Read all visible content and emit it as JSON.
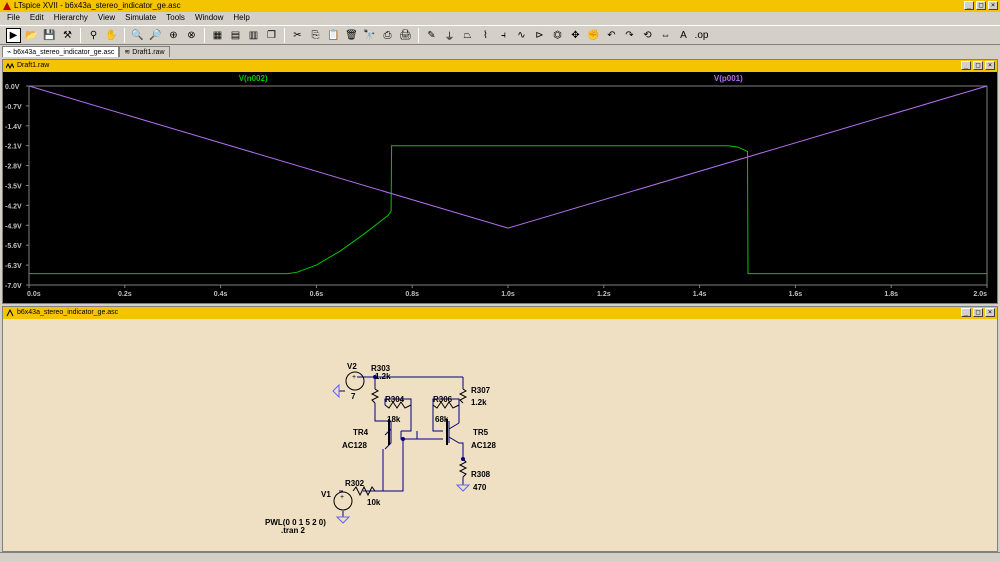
{
  "app": {
    "title": "LTspice XVII - b6x43a_stereo_indicator_ge.asc",
    "window_buttons": [
      "_",
      "□",
      "×"
    ]
  },
  "menu": [
    "File",
    "Edit",
    "Hierarchy",
    "View",
    "Simulate",
    "Tools",
    "Window",
    "Help"
  ],
  "toolbar_icons": [
    "run-icon",
    "open-icon",
    "save-icon",
    "control-panel-icon",
    "probe-icon",
    "hand-icon",
    "zoom-in-icon",
    "zoom-out-icon",
    "zoom-fit-icon",
    "zoom-cancel-icon",
    "tile-icon",
    "cascade-icon",
    "cut-icon",
    "copy-icon",
    "paste-icon",
    "find-icon",
    "print-icon",
    "print-setup-icon",
    "pencil-icon",
    "ground-icon",
    "label-icon",
    "resistor-icon",
    "capacitor-icon",
    "inductor-icon",
    "diode-icon",
    "component-icon",
    "move-icon",
    "drag-icon",
    "undo-icon",
    "redo-icon",
    "rotate-icon",
    "mirror-icon",
    "text-icon",
    "spice-directive-icon"
  ],
  "tabs": [
    {
      "label": "b6x43a_stereo_indicator_ge.asc",
      "active": true
    },
    {
      "label": "Draft1.raw",
      "active": false
    }
  ],
  "plot_window": {
    "title": "Draft1.raw"
  },
  "schematic_window": {
    "title": "b6x43a_stereo_indicator_ge.asc"
  },
  "chart_data": {
    "type": "line",
    "xlim": [
      0,
      2.0
    ],
    "ylim": [
      -7.0,
      0.0
    ],
    "x_ticks": [
      "0.0s",
      "0.2s",
      "0.4s",
      "0.6s",
      "0.8s",
      "1.0s",
      "1.2s",
      "1.4s",
      "1.6s",
      "1.8s",
      "2.0s"
    ],
    "x_tick_values": [
      0,
      0.2,
      0.4,
      0.6,
      0.8,
      1.0,
      1.2,
      1.4,
      1.6,
      1.8,
      2.0
    ],
    "y_ticks": [
      "0.0V",
      "-0.7V",
      "-1.4V",
      "-2.1V",
      "-2.8V",
      "-3.5V",
      "-4.2V",
      "-4.9V",
      "-5.6V",
      "-6.3V",
      "-7.0V"
    ],
    "y_tick_values": [
      0,
      -0.7,
      -1.4,
      -2.1,
      -2.8,
      -3.5,
      -4.2,
      -4.9,
      -5.6,
      -6.3,
      -7.0
    ],
    "grid": false,
    "background": "#000000",
    "series": [
      {
        "name": "V(n002)",
        "color": "#00c800",
        "x": [
          0.0,
          0.54,
          0.56,
          0.6,
          0.65,
          0.7,
          0.75,
          0.756,
          0.757,
          0.76,
          0.81,
          1.0,
          1.2,
          1.4,
          1.45,
          1.46,
          1.48,
          1.5,
          1.501,
          1.51,
          2.0
        ],
        "y": [
          -6.6,
          -6.6,
          -6.55,
          -6.3,
          -5.8,
          -5.2,
          -4.55,
          -4.4,
          -2.1,
          -2.1,
          -2.1,
          -2.1,
          -2.1,
          -2.1,
          -2.1,
          -2.1,
          -2.15,
          -2.3,
          -6.6,
          -6.6,
          -6.6
        ]
      },
      {
        "name": "V(p001)",
        "color": "#b070f0",
        "x": [
          0.0,
          1.0,
          2.0
        ],
        "y": [
          0.0,
          -5.0,
          0.0
        ]
      }
    ]
  },
  "schematic": {
    "components": [
      {
        "ref": "V2",
        "value": "7"
      },
      {
        "ref": "V1",
        "value": "PWL(0 0 1 5 2 0)"
      },
      {
        "ref": "R303",
        "value": "1.2k"
      },
      {
        "ref": "R304",
        "value": "18k"
      },
      {
        "ref": "R306",
        "value": "68k"
      },
      {
        "ref": "R307",
        "value": "1.2k"
      },
      {
        "ref": "R302",
        "value": "10k"
      },
      {
        "ref": "R308",
        "value": "470"
      },
      {
        "ref": "TR4",
        "value": "AC128"
      },
      {
        "ref": "TR5",
        "value": "AC128"
      }
    ],
    "directive": ".tran 2",
    "colors": {
      "wire": "#000080",
      "component": "#000000",
      "ground": "#6060ff",
      "background": "#efe0c4"
    }
  }
}
